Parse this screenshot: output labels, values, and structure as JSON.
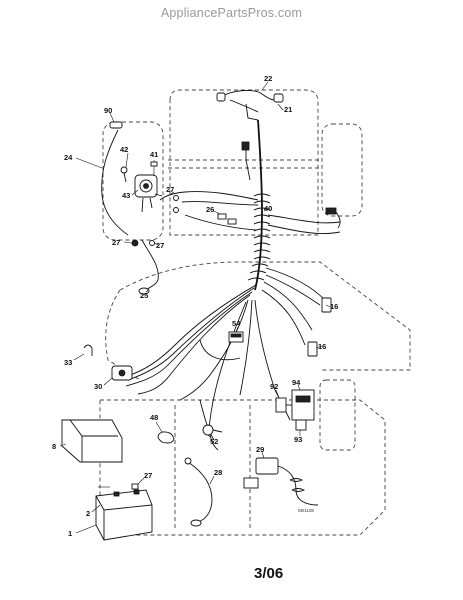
{
  "watermark": "AppliancePartsPros.com",
  "page_code": "3/06",
  "figure_code": "08/1108",
  "callouts": {
    "c22": "22",
    "c21": "21",
    "c90": "90",
    "c42": "42",
    "c41": "41",
    "c24": "24",
    "c43": "43",
    "c27a": "27",
    "c26": "26",
    "c40": "40",
    "c27b": "27",
    "c27c": "27",
    "c25": "25",
    "c16a": "16",
    "c54": "54",
    "c16b": "16",
    "c33": "33",
    "c30": "30",
    "c92": "92",
    "c94": "94",
    "c93": "93",
    "c48": "48",
    "c52": "52",
    "c8": "8",
    "c29": "29",
    "c27d": "27",
    "c28": "28",
    "c2": "2",
    "c1": "1"
  }
}
